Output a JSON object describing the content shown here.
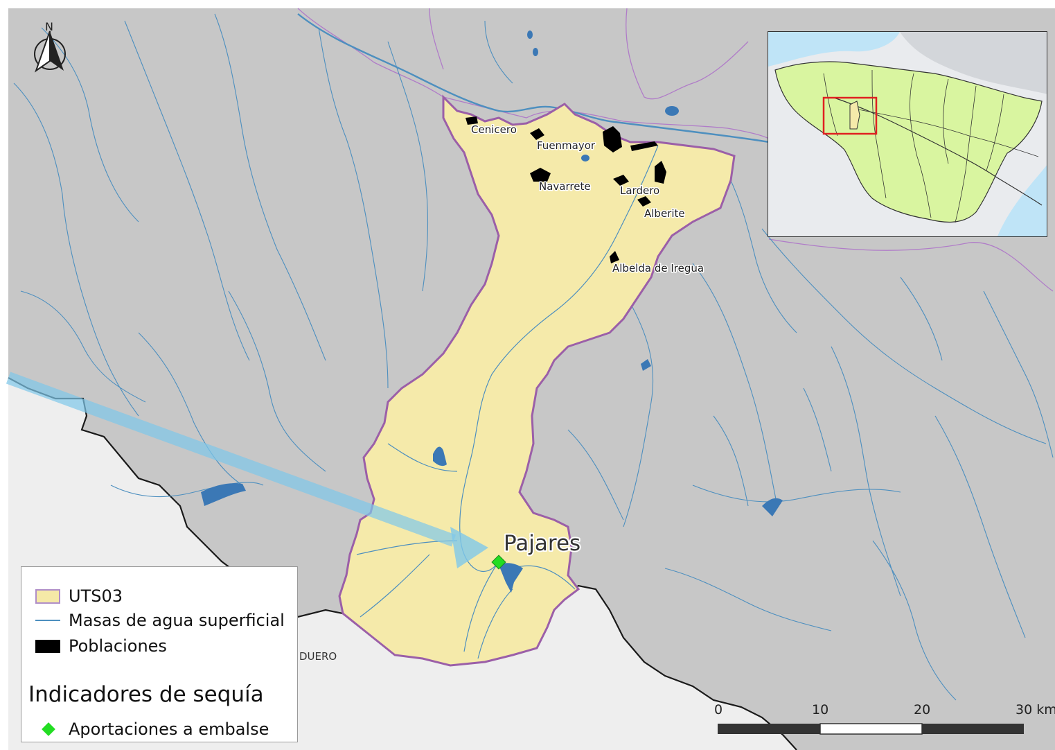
{
  "north_label": "N",
  "towns": [
    {
      "name": "Cenicero"
    },
    {
      "name": "Fuenmayor"
    },
    {
      "name": "Navarrete"
    },
    {
      "name": "Lardero"
    },
    {
      "name": "Alberite"
    },
    {
      "name": "Albelda de Iregua"
    }
  ],
  "reservoir_label": "Pajares",
  "basin_label": "DUERO",
  "legend": {
    "uts": "UTS03",
    "water": "Masas de agua superficial",
    "towns": "Poblaciones",
    "indicators_title": "Indicadores de sequía",
    "indicator": "Aportaciones a embalse"
  },
  "scale_bar": {
    "labels": [
      "0",
      "10",
      "20",
      "30 km"
    ]
  },
  "colors": {
    "land": "#c7c7c7",
    "outside_basin": "#eeeeee",
    "uts": "#f5eaaa",
    "uts_border": "#9b5fa8",
    "river": "#4d8fbf",
    "indicator": "#22dd22",
    "inset_basin": "#d9f5a0",
    "inset_sea": "#bfe4f7"
  }
}
